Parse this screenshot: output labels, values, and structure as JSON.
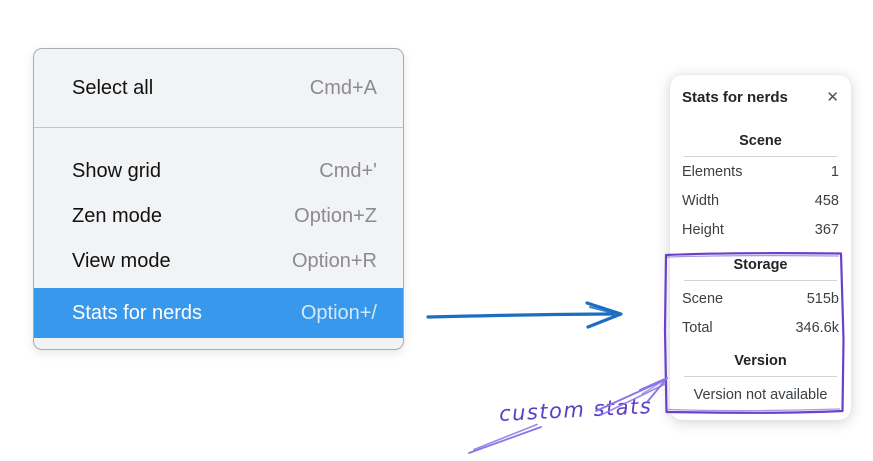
{
  "menu": {
    "items": [
      {
        "label": "Select all",
        "shortcut": "Cmd+A",
        "selected": false
      },
      {
        "label": "Show grid",
        "shortcut": "Cmd+'",
        "selected": false
      },
      {
        "label": "Zen mode",
        "shortcut": "Option+Z",
        "selected": false
      },
      {
        "label": "View mode",
        "shortcut": "Option+R",
        "selected": false
      },
      {
        "label": "Stats for nerds",
        "shortcut": "Option+/",
        "selected": true
      }
    ]
  },
  "panel": {
    "title": "Stats for nerds",
    "close_icon": "✕",
    "sections": [
      {
        "header": "Scene",
        "rows": [
          {
            "label": "Elements",
            "value": "1"
          },
          {
            "label": "Width",
            "value": "458"
          },
          {
            "label": "Height",
            "value": "367"
          }
        ]
      },
      {
        "header": "Storage",
        "rows": [
          {
            "label": "Scene",
            "value": "515b"
          },
          {
            "label": "Total",
            "value": "346.6k"
          }
        ]
      },
      {
        "header": "Version",
        "note": "Version not available"
      }
    ]
  },
  "annotation": {
    "label": "custom stats"
  },
  "colors": {
    "menu_highlight": "#3898ec",
    "arrow_blue": "#1b6ec2",
    "box_purple": "#6741c9",
    "annotation_purple": "#5b3fc4",
    "annotation_purple_light": "#8a74e8"
  }
}
